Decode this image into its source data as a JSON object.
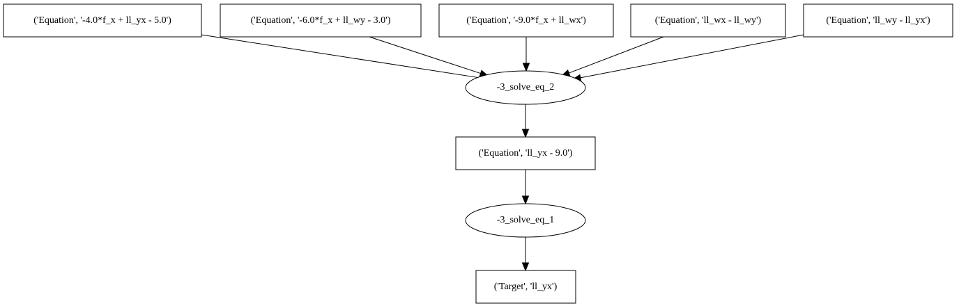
{
  "nodes": [
    {
      "id": "eq1",
      "shape": "box",
      "label": "('Equation', '-4.0*f_x + ll_yx - 5.0')"
    },
    {
      "id": "eq2",
      "shape": "box",
      "label": "('Equation', '-6.0*f_x + ll_wy - 3.0')"
    },
    {
      "id": "eq3",
      "shape": "box",
      "label": "('Equation', '-9.0*f_x + ll_wx')"
    },
    {
      "id": "eq4",
      "shape": "box",
      "label": "('Equation', 'll_wx - ll_wy')"
    },
    {
      "id": "eq5",
      "shape": "box",
      "label": "('Equation', 'll_wy - ll_yx')"
    },
    {
      "id": "solve2",
      "shape": "ellipse",
      "label": "-3_solve_eq_2"
    },
    {
      "id": "eq6",
      "shape": "box",
      "label": "('Equation', 'll_yx - 9.0')"
    },
    {
      "id": "solve1",
      "shape": "ellipse",
      "label": "-3_solve_eq_1"
    },
    {
      "id": "target",
      "shape": "box",
      "label": "('Target', 'll_yx')"
    }
  ],
  "edges": [
    {
      "from": "eq1",
      "to": "solve2"
    },
    {
      "from": "eq2",
      "to": "solve2"
    },
    {
      "from": "eq3",
      "to": "solve2"
    },
    {
      "from": "eq4",
      "to": "solve2"
    },
    {
      "from": "eq5",
      "to": "solve2"
    },
    {
      "from": "solve2",
      "to": "eq6"
    },
    {
      "from": "eq6",
      "to": "solve1"
    },
    {
      "from": "solve1",
      "to": "target"
    }
  ]
}
